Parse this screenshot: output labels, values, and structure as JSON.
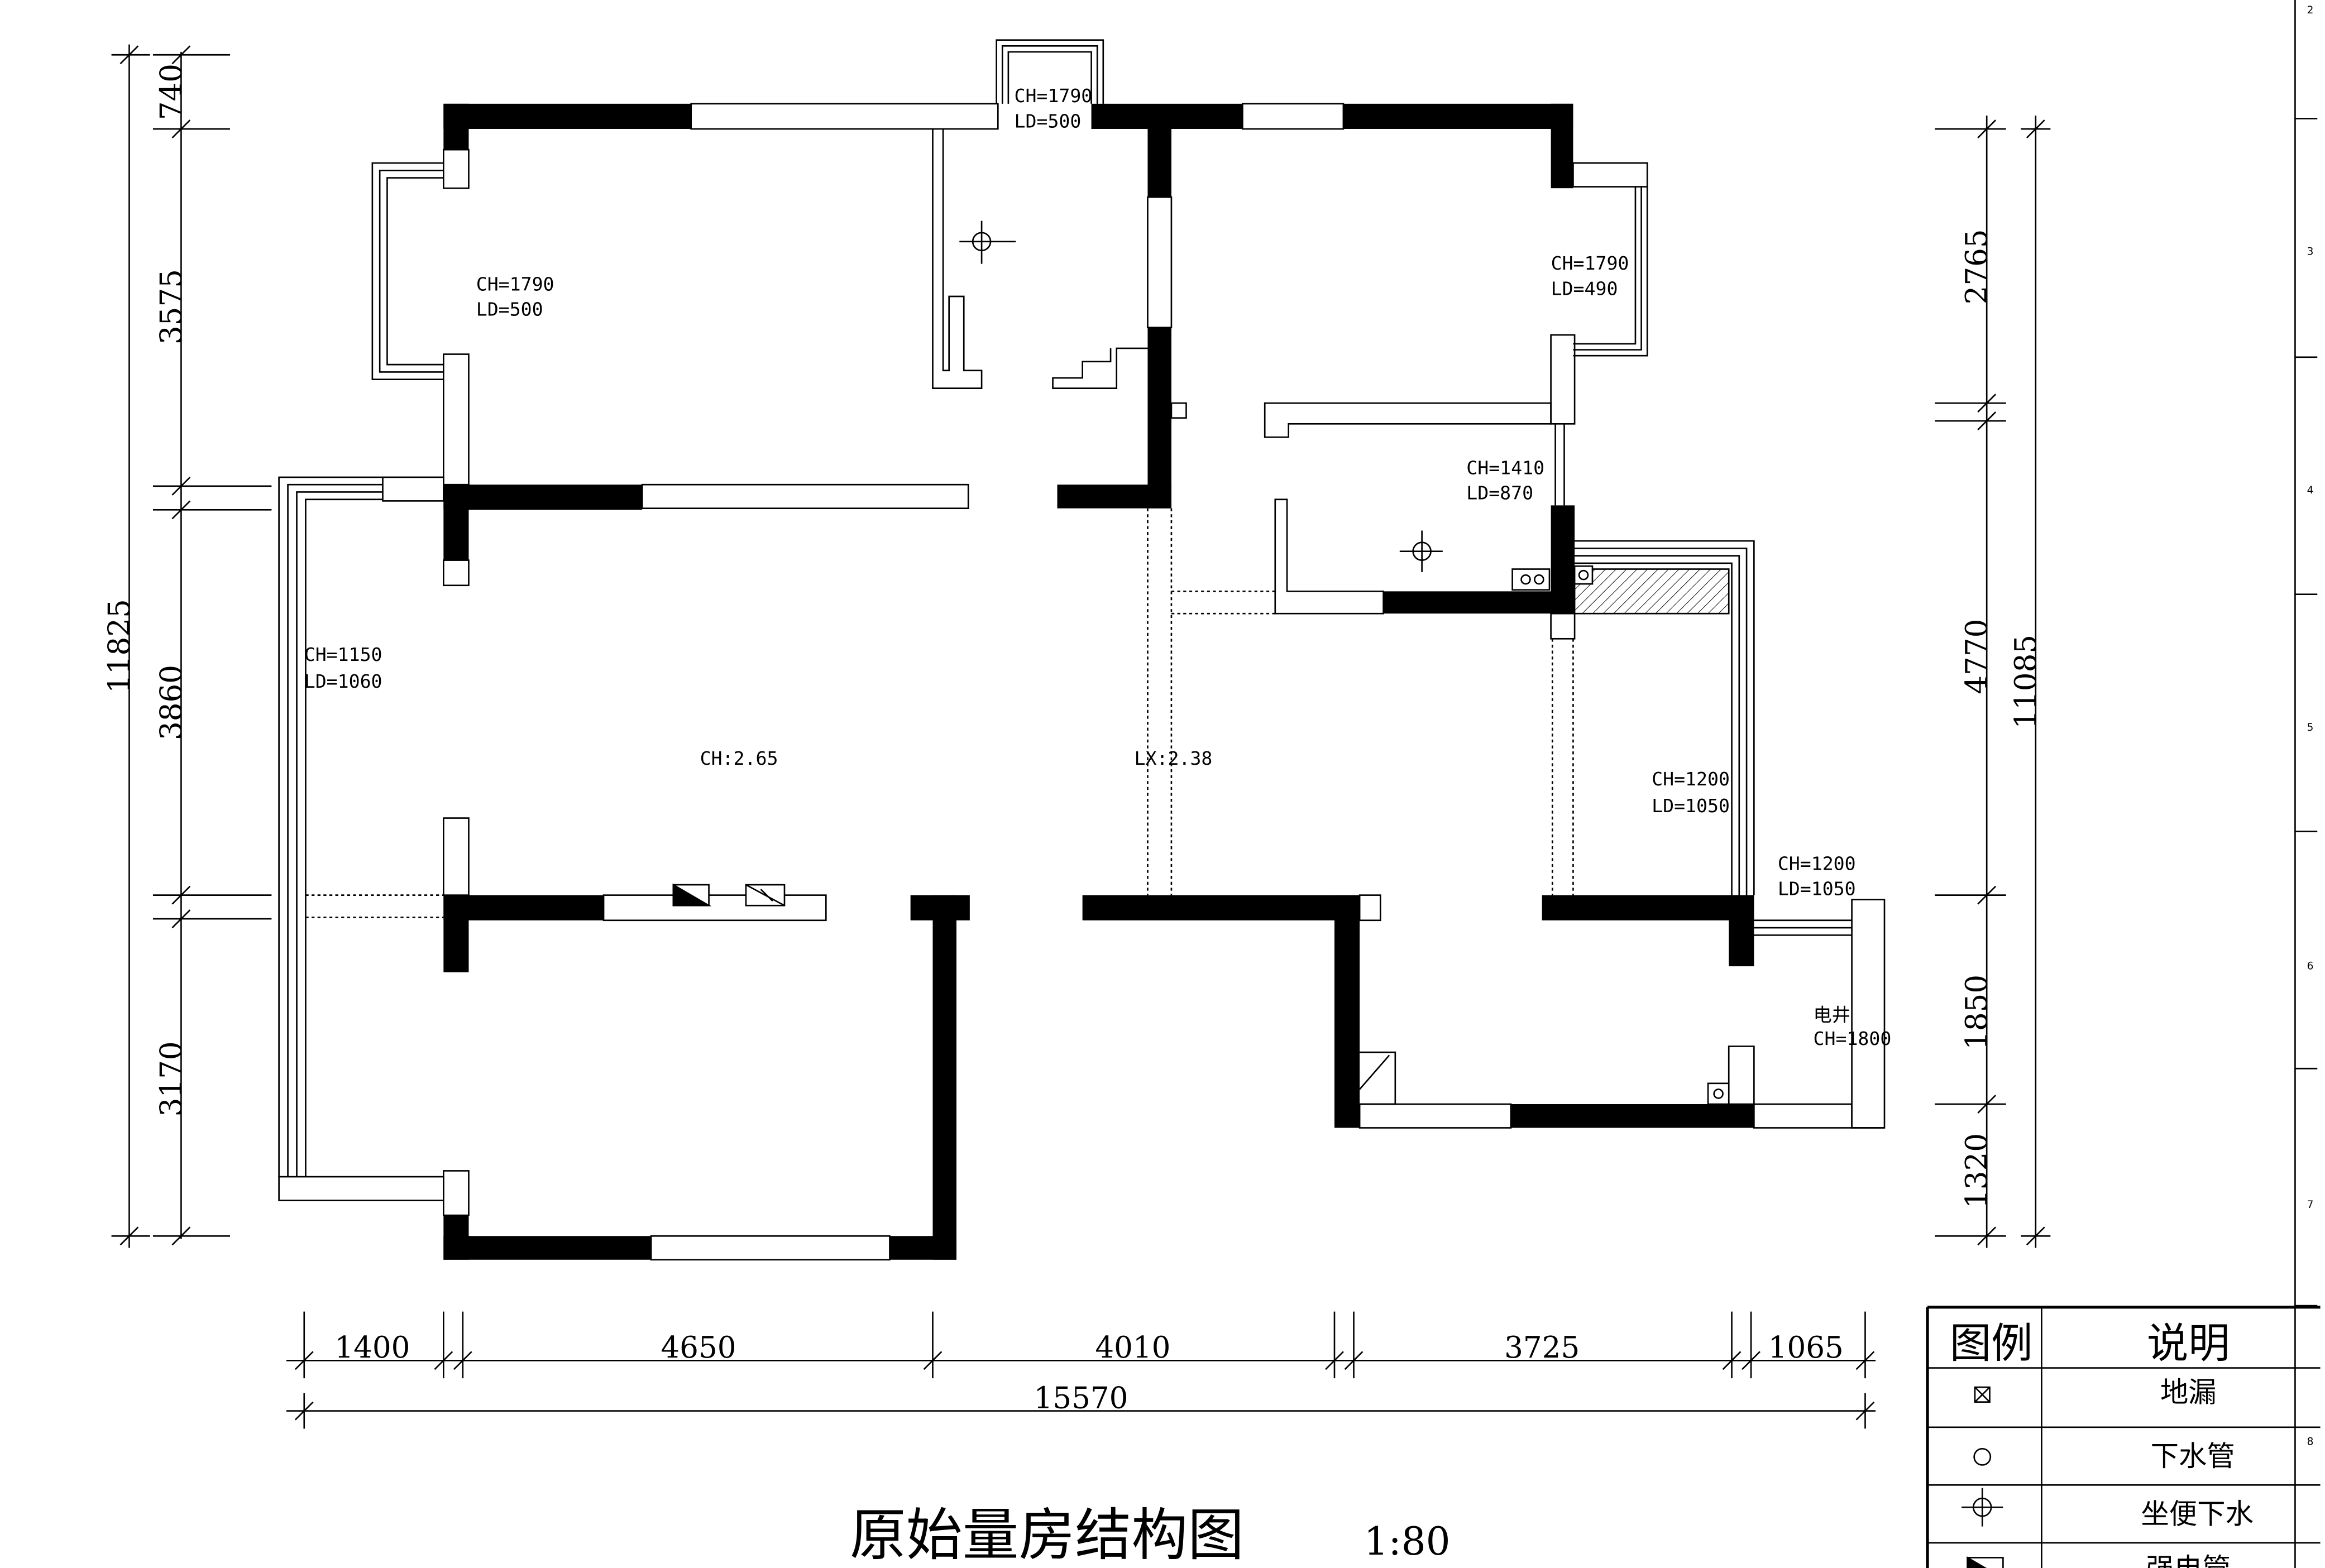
{
  "title": "原始量房结构图",
  "scale": "1:80",
  "dimensions": {
    "left": [
      "740",
      "3575",
      "3860",
      "3170"
    ],
    "left_total": "11825",
    "right": [
      "2765",
      "4770",
      "1850",
      "1320"
    ],
    "right_total": "11085",
    "bottom": [
      "1400",
      "4650",
      "4010",
      "3725",
      "1065"
    ],
    "bottom_total": "15570"
  },
  "annotations": {
    "win_top": [
      "CH=1790",
      "LD=500"
    ],
    "win_left": [
      "CH=1790",
      "LD=500"
    ],
    "win_right_top": [
      "CH=1790",
      "LD=490"
    ],
    "win_mid": [
      "CH=1410",
      "LD=870"
    ],
    "balcony_left": [
      "CH=1150",
      "LD=1060"
    ],
    "ceiling_height": "CH:2.65",
    "lx": "LX:2.38",
    "balcony_right": [
      "CH=1200",
      "LD=1050"
    ],
    "win_right_bottom": [
      "CH=1200",
      "LD=1050"
    ],
    "shaft": [
      "电井",
      "CH=1800"
    ]
  },
  "legend": {
    "header_symbol": "图例",
    "header_desc": "说明",
    "rows": [
      {
        "icon": "floor-drain-icon",
        "label": "地漏"
      },
      {
        "icon": "drain-pipe-icon",
        "label": "下水管"
      },
      {
        "icon": "toilet-drain-icon",
        "label": "坐便下水"
      },
      {
        "icon": "power-conduit-icon",
        "label": "强电管"
      }
    ]
  },
  "side_ticks": [
    "2",
    "3",
    "4",
    "5",
    "6",
    "7",
    "8"
  ]
}
